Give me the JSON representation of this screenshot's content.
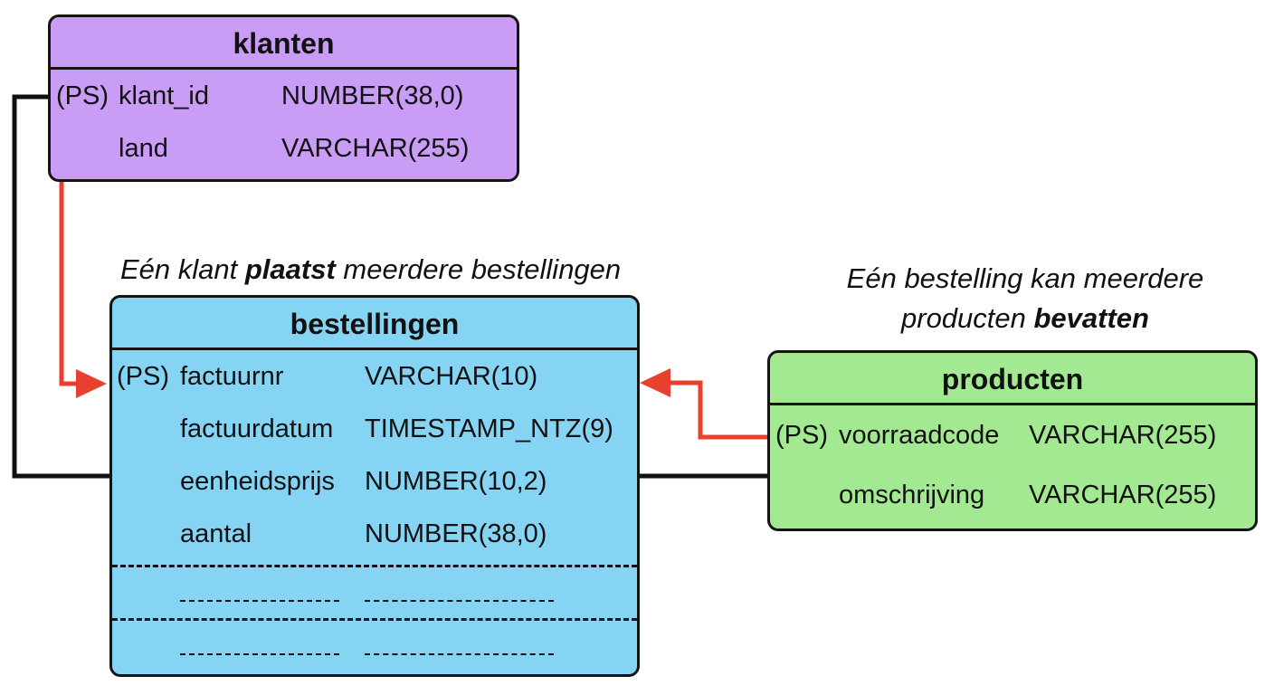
{
  "tables": {
    "klanten": {
      "name": "klanten",
      "color": "#c99cf5",
      "rows": [
        {
          "key": "(PS)",
          "field": "klant_id",
          "type": "NUMBER(38,0)"
        },
        {
          "key": "",
          "field": "land",
          "type": "VARCHAR(255)"
        }
      ]
    },
    "bestellingen": {
      "name": "bestellingen",
      "color": "#86d4f4",
      "rows": [
        {
          "key": "(PS)",
          "field": "factuurnr",
          "type": "VARCHAR(10)"
        },
        {
          "key": "",
          "field": "factuurdatum",
          "type": "TIMESTAMP_NTZ(9)"
        },
        {
          "key": "",
          "field": "eenheidsprijs",
          "type": "NUMBER(10,2)"
        },
        {
          "key": "",
          "field": "aantal",
          "type": "NUMBER(38,0)"
        }
      ]
    },
    "producten": {
      "name": "producten",
      "color": "#a3e991",
      "rows": [
        {
          "key": "(PS)",
          "field": "voorraadcode",
          "type": "VARCHAR(255)"
        },
        {
          "key": "",
          "field": "omschrijving",
          "type": "VARCHAR(255)"
        }
      ]
    }
  },
  "annotations": {
    "klant_bestelling": {
      "before": "Eén klant ",
      "verb": "plaatst",
      "after": " meerdere bestellingen"
    },
    "bestelling_product": {
      "line1": "Eén bestelling kan meerdere",
      "line2_before": "producten ",
      "verb": "bevatten"
    }
  },
  "colors": {
    "arrow": "#e8402f",
    "line": "#111111"
  }
}
